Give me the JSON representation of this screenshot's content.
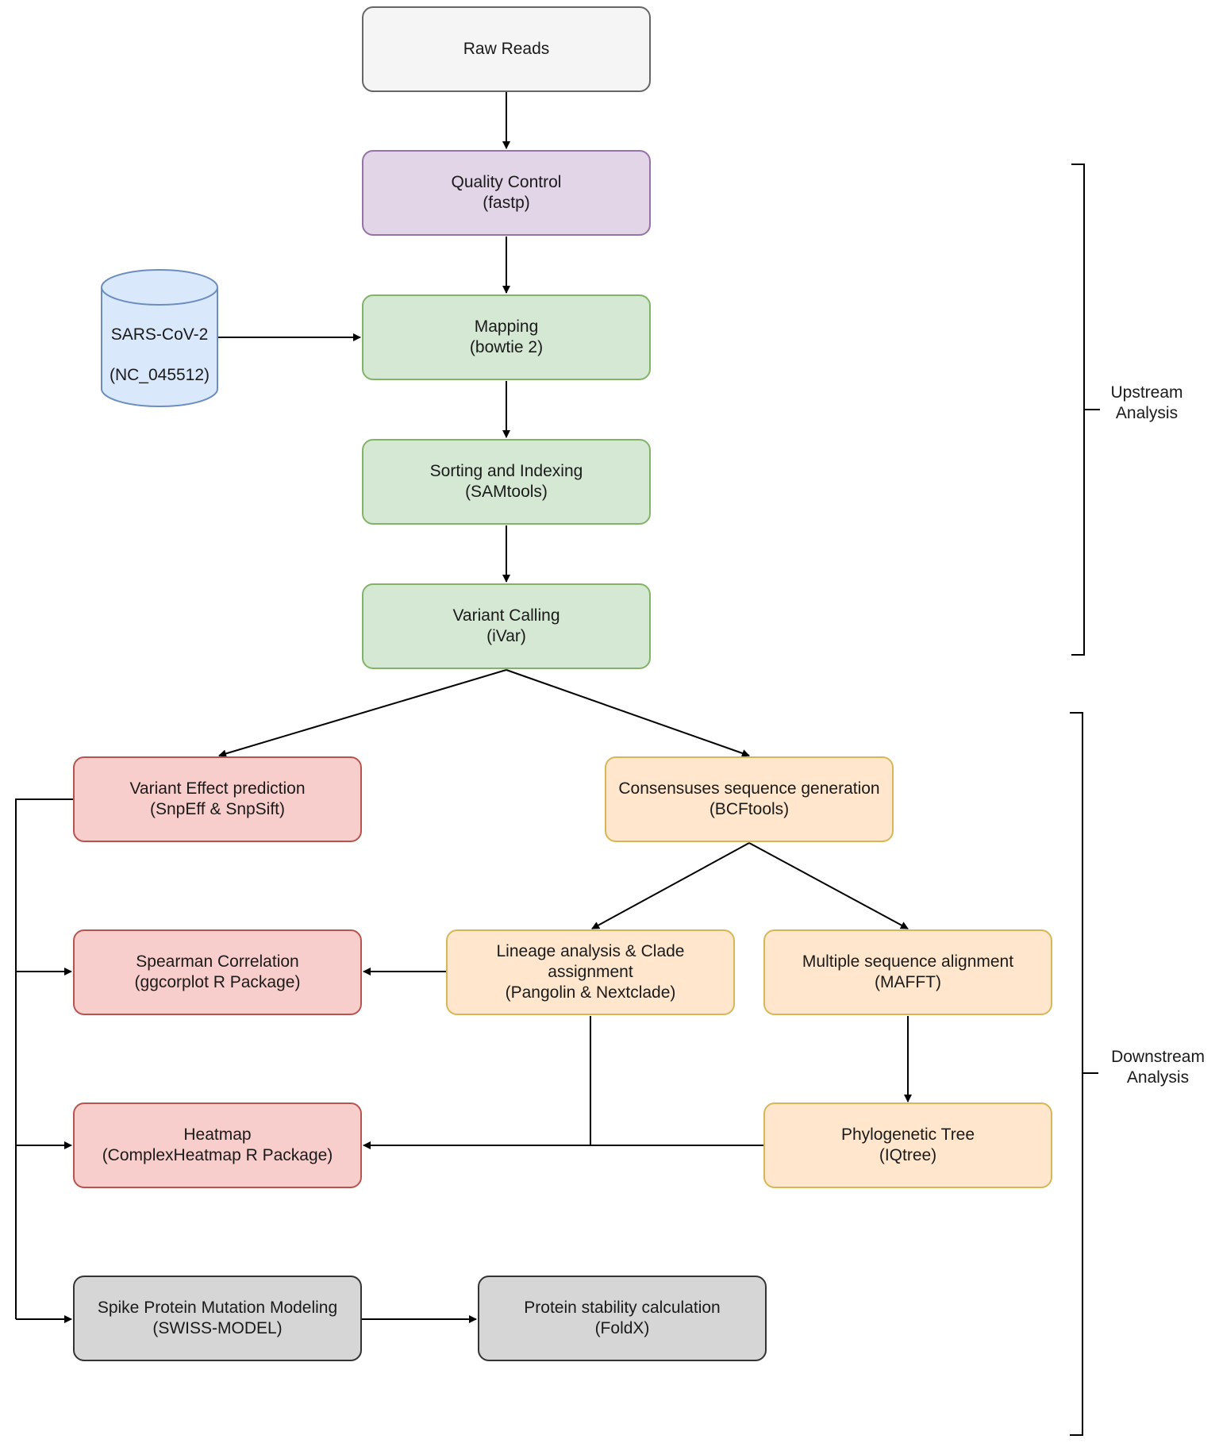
{
  "nodes": {
    "raw_reads": {
      "line1": "Raw Reads"
    },
    "quality_control": {
      "line1": "Quality Control",
      "line2": "(fastp)"
    },
    "mapping": {
      "line1": "Mapping",
      "line2": "(bowtie 2)"
    },
    "sorting": {
      "line1": "Sorting and Indexing",
      "line2": "(SAMtools)"
    },
    "variant_calling": {
      "line1": "Variant Calling",
      "line2": "(iVar)"
    },
    "variant_effect": {
      "line1": "Variant Effect prediction",
      "line2": "(SnpEff & SnpSift)"
    },
    "consensus": {
      "line1": "Consensuses sequence generation",
      "line2": "(BCFtools)"
    },
    "spearman": {
      "line1": "Spearman Correlation",
      "line2": "(ggcorplot R Package)"
    },
    "lineage": {
      "line1": "Lineage analysis & Clade",
      "line2": "assignment",
      "line3": "(Pangolin & Nextclade)"
    },
    "msa": {
      "line1": "Multiple sequence alignment",
      "line2": "(MAFFT)"
    },
    "heatmap": {
      "line1": "Heatmap",
      "line2": "(ComplexHeatmap R Package)"
    },
    "phylo": {
      "line1": "Phylogenetic Tree",
      "line2": "(IQtree)"
    },
    "spike": {
      "line1": "Spike Protein Mutation Modeling",
      "line2": "(SWISS-MODEL)"
    },
    "stability": {
      "line1": "Protein stability calculation",
      "line2": "(FoldX)"
    }
  },
  "reference": {
    "line1": "SARS-CoV-2",
    "line2": "(NC_045512)"
  },
  "groups": {
    "upstream": {
      "line1": "Upstream",
      "line2": "Analysis"
    },
    "downstream": {
      "line1": "Downstream",
      "line2": "Analysis"
    }
  },
  "colors": {
    "purple_fill": "#e1d5e7",
    "green_fill": "#d5e8d4",
    "red_fill": "#f8cecc",
    "orange_fill": "#ffe6cc",
    "gray_fill": "#d6d6d6",
    "blue_fill": "#dae8fc"
  }
}
